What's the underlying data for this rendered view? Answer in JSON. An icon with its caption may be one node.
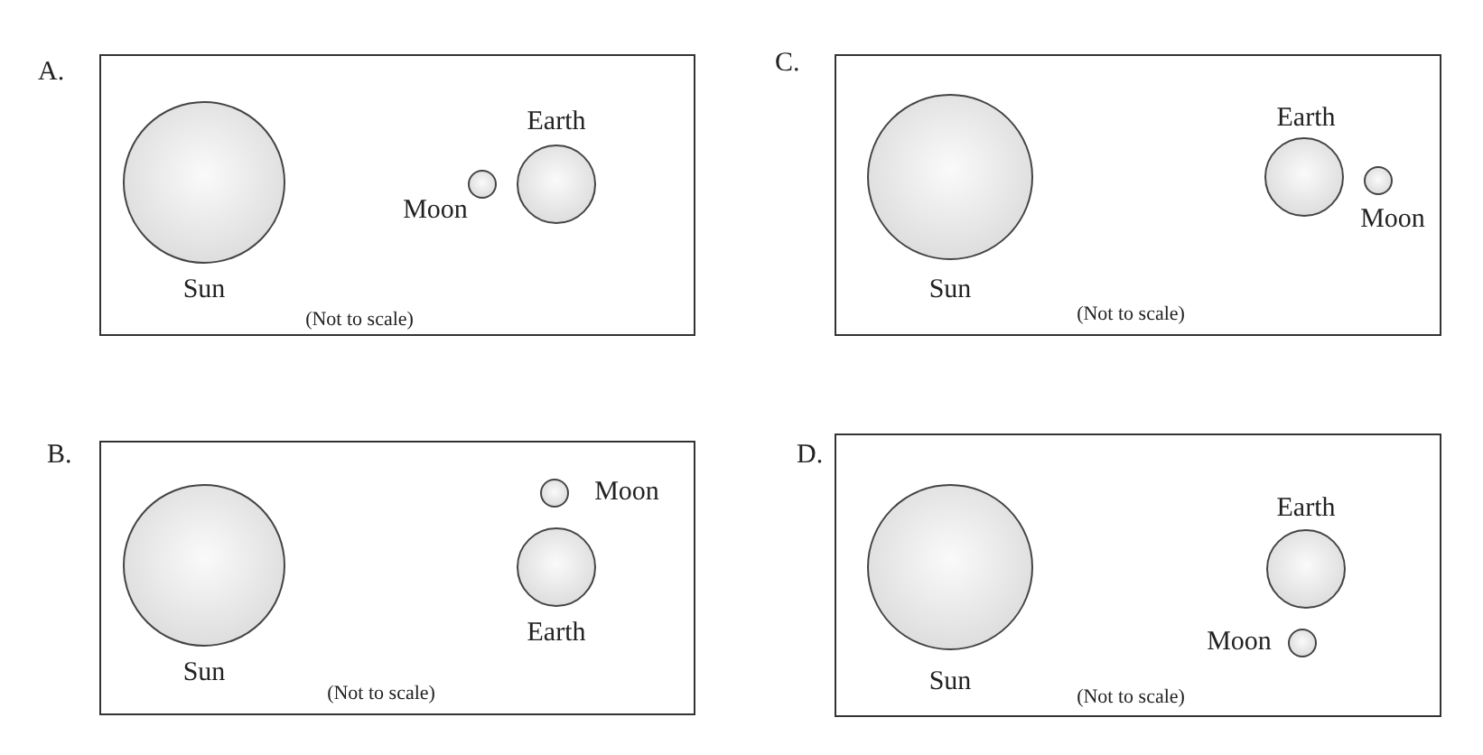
{
  "diagram": {
    "nodes": [
      {
        "text": [
          "A.",
          "(Not to scale)"
        ]
      },
      {
        "text": [],
        "shape": "circle",
        "in": 0,
        "beside": [
          "Sun"
        ]
      },
      {
        "text": [],
        "shape": "circle",
        "in": 0,
        "beside": [
          "Moon"
        ]
      },
      {
        "text": [],
        "shape": "circle",
        "in": 0,
        "beside": [
          "Earth"
        ]
      },
      {
        "text": [
          "C.",
          "(Not to scale)"
        ]
      },
      {
        "text": [],
        "shape": "circle",
        "in": 4,
        "beside": [
          "Sun"
        ]
      },
      {
        "text": [],
        "shape": "circle",
        "in": 4,
        "beside": [
          "Earth"
        ]
      },
      {
        "text": [],
        "shape": "circle",
        "in": 4,
        "beside": [
          "Moon"
        ]
      },
      {
        "text": [
          "B.",
          "(Not to scale)"
        ]
      },
      {
        "text": [],
        "shape": "circle",
        "in": 8,
        "beside": [
          "Sun"
        ]
      },
      {
        "text": [],
        "shape": "circle",
        "in": 8,
        "beside": [
          "Moon"
        ]
      },
      {
        "text": [],
        "shape": "circle",
        "in": 8,
        "beside": [
          "Earth"
        ]
      },
      {
        "text": [
          "D.",
          "(Not to scale)"
        ]
      },
      {
        "text": [],
        "shape": "circle",
        "in": 12,
        "beside": [
          "Sun"
        ]
      },
      {
        "text": [],
        "shape": "circle",
        "in": 12,
        "beside": [
          "Earth"
        ]
      },
      {
        "text": [],
        "shape": "circle",
        "in": 12,
        "beside": [
          "Moon"
        ]
      }
    ]
  }
}
